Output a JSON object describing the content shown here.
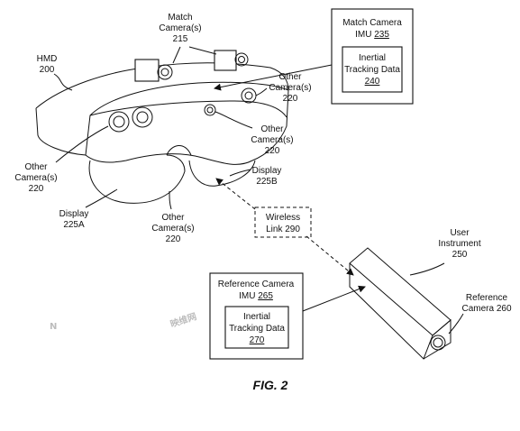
{
  "figure_caption": "FIG. 2",
  "watermark": {
    "text": "映维网",
    "color": "#9fb6e0"
  },
  "hmd": {
    "label": "HMD\n200",
    "match_cameras_label": "Match\nCamera(s)\n215",
    "other_cameras_labels": [
      "Other\nCamera(s)\n220",
      "Other\nCamera(s)\n220",
      "Other\nCamera(s)\n220",
      "Other\nCamera(s)\n220"
    ],
    "display_a_label": "Display\n225A",
    "display_b_label": "Display\n225B"
  },
  "match_camera_imu": {
    "title_line1": "Match Camera",
    "title_line2_text": "IMU ",
    "title_line2_ref": "235",
    "inner_line1": "Inertial",
    "inner_line2": "Tracking Data",
    "inner_ref": "240"
  },
  "wireless_link": {
    "line1": "Wireless",
    "line2_text": "Link ",
    "line2_ref": "290"
  },
  "user_instrument": {
    "label": "User\nInstrument\n250",
    "reference_camera_label": "Reference\nCamera 260"
  },
  "reference_camera_imu": {
    "title_line1": "Reference Camera",
    "title_line2_text": "IMU ",
    "title_line2_ref": "265",
    "inner_line1": "Inertial",
    "inner_line2": "Tracking Data",
    "inner_ref": "270"
  }
}
